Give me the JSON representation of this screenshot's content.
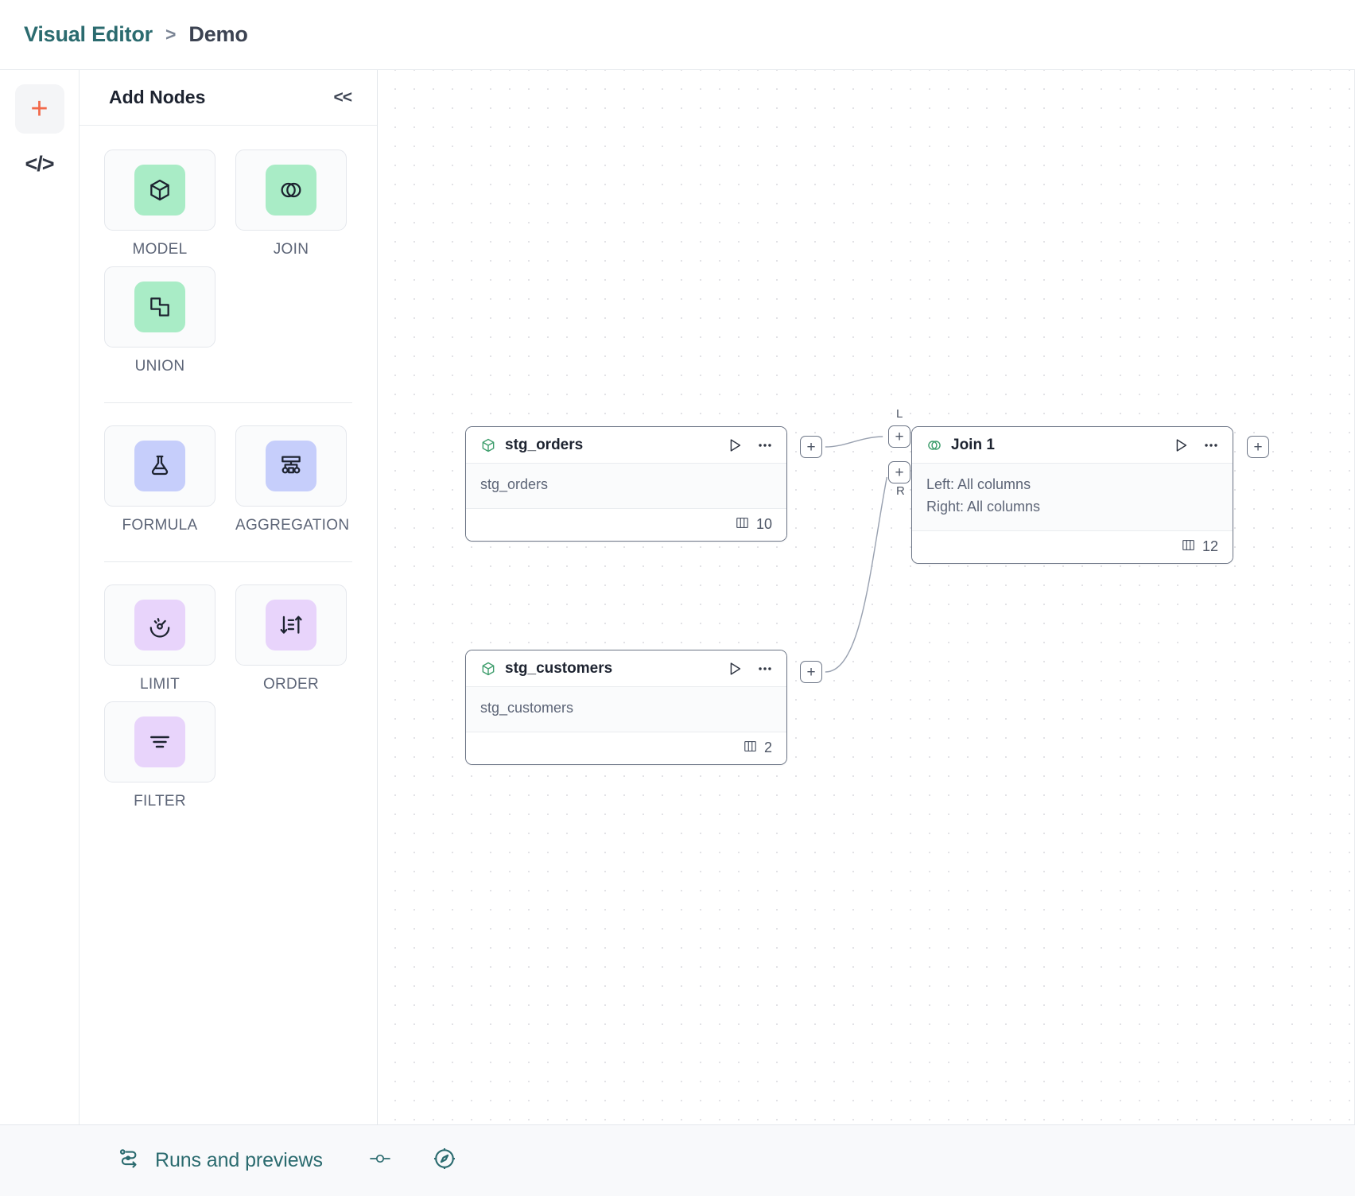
{
  "header": {
    "breadcrumb_root": "Visual Editor",
    "breadcrumb_separator": ">",
    "breadcrumb_leaf": "Demo"
  },
  "rail": {
    "add_icon": "plus-icon",
    "code_icon": "code-icon",
    "code_label": "</>"
  },
  "panel": {
    "title": "Add Nodes",
    "collapse_label": "<<",
    "groups": [
      {
        "items": [
          {
            "label": "MODEL",
            "icon": "cube-icon",
            "color": "#a9ecc6"
          },
          {
            "label": "JOIN",
            "icon": "venn-circles-icon",
            "color": "#a9ecc6"
          },
          {
            "label": "UNION",
            "icon": "union-shapes-icon",
            "color": "#a9ecc6"
          }
        ]
      },
      {
        "items": [
          {
            "label": "FORMULA",
            "icon": "flask-icon",
            "color": "#c6cefb"
          },
          {
            "label": "AGGREGATION",
            "icon": "aggregation-tree-icon",
            "color": "#c6cefb"
          }
        ]
      },
      {
        "items": [
          {
            "label": "LIMIT",
            "icon": "gauge-icon",
            "color": "#e8d4fb"
          },
          {
            "label": "ORDER",
            "icon": "sort-arrows-icon",
            "color": "#e8d4fb"
          },
          {
            "label": "FILTER",
            "icon": "funnel-lines-icon",
            "color": "#e8d4fb"
          }
        ]
      }
    ]
  },
  "canvas": {
    "nodes": [
      {
        "id": "stg_orders",
        "title": "stg_orders",
        "type_icon": "cube-icon",
        "body_lines": [
          "stg_orders"
        ],
        "column_count": "10",
        "run_icon": "play-icon",
        "menu_icon": "ellipsis-icon"
      },
      {
        "id": "stg_customers",
        "title": "stg_customers",
        "type_icon": "cube-icon",
        "body_lines": [
          "stg_customers"
        ],
        "column_count": "2",
        "run_icon": "play-icon",
        "menu_icon": "ellipsis-icon"
      },
      {
        "id": "join_1",
        "title": "Join 1",
        "type_icon": "venn-circles-icon",
        "body_lines": [
          "Left: All columns",
          "Right: All columns"
        ],
        "column_count": "12",
        "run_icon": "play-icon",
        "menu_icon": "ellipsis-icon"
      }
    ],
    "ports": {
      "plus": "+",
      "left_tag": "L",
      "right_tag": "R"
    }
  },
  "footer": {
    "runs_label": "Runs and previews",
    "runs_icon": "pipeline-icon",
    "toggle_icon": "slider-toggle-icon",
    "compass_icon": "compass-icon"
  },
  "colors": {
    "brand_teal": "#2b6b6f",
    "accent_orange": "#f2694a",
    "node_border": "#6b7485",
    "green_chip": "#a9ecc6",
    "blue_chip": "#c6cefb",
    "pink_chip": "#e8d4fb"
  }
}
